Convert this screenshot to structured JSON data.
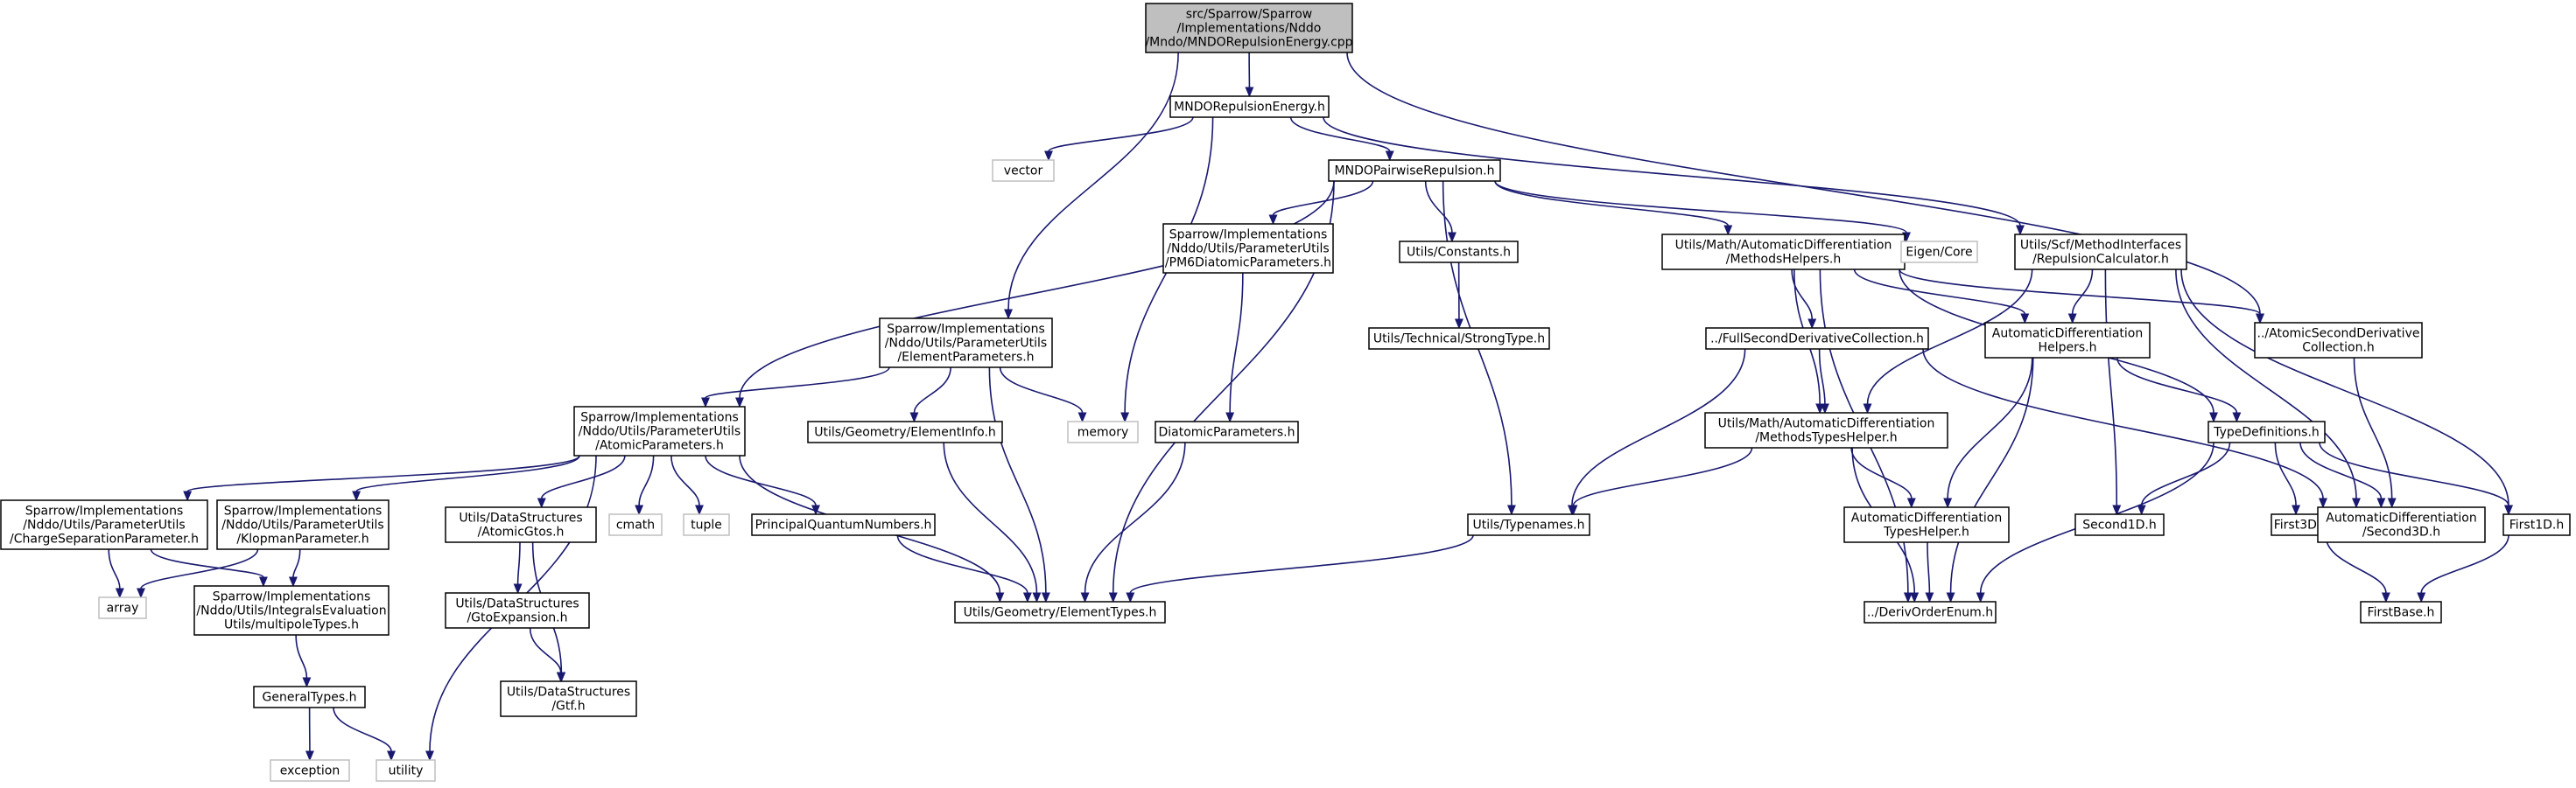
{
  "diagram": {
    "title": "",
    "colors": {
      "edge": "#191970",
      "root_fill": "#bfbfbf",
      "system_border": "#bfbfbf",
      "node_border": "#000000"
    },
    "nodes": [
      {
        "id": "root",
        "lines": [
          "src/Sparrow/Sparrow",
          "/Implementations/Nddo",
          "/Mndo/MNDORepulsionEnergy.cpp"
        ],
        "kind": "root"
      },
      {
        "id": "mndo_rep_h",
        "lines": [
          "MNDORepulsionEnergy.h"
        ],
        "kind": "file"
      },
      {
        "id": "vector",
        "lines": [
          "vector"
        ],
        "kind": "system"
      },
      {
        "id": "memory",
        "lines": [
          "memory"
        ],
        "kind": "system"
      },
      {
        "id": "pairwise",
        "lines": [
          "MNDOPairwiseRepulsion.h"
        ],
        "kind": "file"
      },
      {
        "id": "repcalc",
        "lines": [
          "Utils/Scf/MethodInterfaces",
          "/RepulsionCalculator.h"
        ],
        "kind": "file"
      },
      {
        "id": "pm6",
        "lines": [
          "Sparrow/Implementations",
          "/Nddo/Utils/ParameterUtils",
          "/PM6DiatomicParameters.h"
        ],
        "kind": "file"
      },
      {
        "id": "constants",
        "lines": [
          "Utils/Constants.h"
        ],
        "kind": "file"
      },
      {
        "id": "strongtype",
        "lines": [
          "Utils/Technical/StrongType.h"
        ],
        "kind": "file"
      },
      {
        "id": "methhelpers",
        "lines": [
          "Utils/Math/AutomaticDifferentiation",
          "/MethodsHelpers.h"
        ],
        "kind": "file"
      },
      {
        "id": "eigen",
        "lines": [
          "Eigen/Core"
        ],
        "kind": "system"
      },
      {
        "id": "elemparams",
        "lines": [
          "Sparrow/Implementations",
          "/Nddo/Utils/ParameterUtils",
          "/ElementParameters.h"
        ],
        "kind": "file"
      },
      {
        "id": "atomparams",
        "lines": [
          "Sparrow/Implementations",
          "/Nddo/Utils/ParameterUtils",
          "/AtomicParameters.h"
        ],
        "kind": "file"
      },
      {
        "id": "eleminfo",
        "lines": [
          "Utils/Geometry/ElementInfo.h"
        ],
        "kind": "file"
      },
      {
        "id": "diatomic",
        "lines": [
          "DiatomicParameters.h"
        ],
        "kind": "file"
      },
      {
        "id": "fullsecond",
        "lines": [
          "../FullSecondDerivativeCollection.h"
        ],
        "kind": "file"
      },
      {
        "id": "autodiffhelpers",
        "lines": [
          "AutomaticDifferentiation",
          "Helpers.h"
        ],
        "kind": "file"
      },
      {
        "id": "atomsecond",
        "lines": [
          "../AtomicSecondDerivative",
          "Collection.h"
        ],
        "kind": "file"
      },
      {
        "id": "methtypeshelper",
        "lines": [
          "Utils/Math/AutomaticDifferentiation",
          "/MethodsTypesHelper.h"
        ],
        "kind": "file"
      },
      {
        "id": "typedefs",
        "lines": [
          "TypeDefinitions.h"
        ],
        "kind": "file"
      },
      {
        "id": "chargesep",
        "lines": [
          "Sparrow/Implementations",
          "/Nddo/Utils/ParameterUtils",
          "/ChargeSeparationParameter.h"
        ],
        "kind": "file"
      },
      {
        "id": "klopman",
        "lines": [
          "Sparrow/Implementations",
          "/Nddo/Utils/ParameterUtils",
          "/KlopmanParameter.h"
        ],
        "kind": "file"
      },
      {
        "id": "atomicgtos",
        "lines": [
          "Utils/DataStructures",
          "/AtomicGtos.h"
        ],
        "kind": "file"
      },
      {
        "id": "cmath",
        "lines": [
          "cmath"
        ],
        "kind": "system"
      },
      {
        "id": "tuple",
        "lines": [
          "tuple"
        ],
        "kind": "system"
      },
      {
        "id": "pqn",
        "lines": [
          "PrincipalQuantumNumbers.h"
        ],
        "kind": "file"
      },
      {
        "id": "typenames",
        "lines": [
          "Utils/Typenames.h"
        ],
        "kind": "file"
      },
      {
        "id": "autodifftypes",
        "lines": [
          "AutomaticDifferentiation",
          "TypesHelper.h"
        ],
        "kind": "file"
      },
      {
        "id": "second1d",
        "lines": [
          "Second1D.h"
        ],
        "kind": "file"
      },
      {
        "id": "first3d",
        "lines": [
          "First3D.h"
        ],
        "kind": "file"
      },
      {
        "id": "second3d",
        "lines": [
          "AutomaticDifferentiation",
          "/Second3D.h"
        ],
        "kind": "file"
      },
      {
        "id": "first1d",
        "lines": [
          "First1D.h"
        ],
        "kind": "file"
      },
      {
        "id": "array",
        "lines": [
          "array"
        ],
        "kind": "system"
      },
      {
        "id": "multipole",
        "lines": [
          "Sparrow/Implementations",
          "/Nddo/Utils/IntegralsEvaluation",
          "Utils/multipoleTypes.h"
        ],
        "kind": "file"
      },
      {
        "id": "gtoexp",
        "lines": [
          "Utils/DataStructures",
          "/GtoExpansion.h"
        ],
        "kind": "file"
      },
      {
        "id": "elemtypes",
        "lines": [
          "Utils/Geometry/ElementTypes.h"
        ],
        "kind": "file"
      },
      {
        "id": "derivorder",
        "lines": [
          "../DerivOrderEnum.h"
        ],
        "kind": "file"
      },
      {
        "id": "firstbase",
        "lines": [
          "FirstBase.h"
        ],
        "kind": "file"
      },
      {
        "id": "generaltypes",
        "lines": [
          "GeneralTypes.h"
        ],
        "kind": "file"
      },
      {
        "id": "gtf",
        "lines": [
          "Utils/DataStructures",
          "/Gtf.h"
        ],
        "kind": "file"
      },
      {
        "id": "exception",
        "lines": [
          "exception"
        ],
        "kind": "system"
      },
      {
        "id": "utility",
        "lines": [
          "utility"
        ],
        "kind": "system"
      }
    ],
    "edges": [
      [
        "root",
        "mndo_rep_h"
      ],
      [
        "root",
        "elemparams"
      ],
      [
        "root",
        "atomsecond"
      ],
      [
        "mndo_rep_h",
        "vector"
      ],
      [
        "mndo_rep_h",
        "memory"
      ],
      [
        "mndo_rep_h",
        "pairwise"
      ],
      [
        "mndo_rep_h",
        "repcalc"
      ],
      [
        "pairwise",
        "atomparams"
      ],
      [
        "pairwise",
        "pm6"
      ],
      [
        "pairwise",
        "elemtypes"
      ],
      [
        "pairwise",
        "constants"
      ],
      [
        "pairwise",
        "typenames"
      ],
      [
        "pairwise",
        "methhelpers"
      ],
      [
        "pairwise",
        "eigen"
      ],
      [
        "repcalc",
        "autodiffhelpers"
      ],
      [
        "repcalc",
        "methtypeshelper"
      ],
      [
        "repcalc",
        "second1d"
      ],
      [
        "repcalc",
        "second3d"
      ],
      [
        "repcalc",
        "first1d"
      ],
      [
        "pm6",
        "diatomic"
      ],
      [
        "constants",
        "strongtype"
      ],
      [
        "diatomic",
        "elemtypes"
      ],
      [
        "elemparams",
        "atomparams"
      ],
      [
        "elemparams",
        "eleminfo"
      ],
      [
        "elemparams",
        "memory"
      ],
      [
        "elemparams",
        "elemtypes"
      ],
      [
        "eleminfo",
        "elemtypes"
      ],
      [
        "atomparams",
        "chargesep"
      ],
      [
        "atomparams",
        "klopman"
      ],
      [
        "atomparams",
        "atomicgtos"
      ],
      [
        "atomparams",
        "cmath"
      ],
      [
        "atomparams",
        "tuple"
      ],
      [
        "atomparams",
        "pqn"
      ],
      [
        "atomparams",
        "elemtypes"
      ],
      [
        "atomparams",
        "utility"
      ],
      [
        "pqn",
        "elemtypes"
      ],
      [
        "chargesep",
        "array"
      ],
      [
        "chargesep",
        "multipole"
      ],
      [
        "klopman",
        "array"
      ],
      [
        "klopman",
        "multipole"
      ],
      [
        "multipole",
        "generaltypes"
      ],
      [
        "generaltypes",
        "exception"
      ],
      [
        "generaltypes",
        "utility"
      ],
      [
        "atomicgtos",
        "gtoexp"
      ],
      [
        "atomicgtos",
        "gtf"
      ],
      [
        "gtoexp",
        "gtf"
      ],
      [
        "methhelpers",
        "fullsecond"
      ],
      [
        "methhelpers",
        "methtypeshelper"
      ],
      [
        "methhelpers",
        "autodiffhelpers"
      ],
      [
        "methhelpers",
        "atomsecond"
      ],
      [
        "methhelpers",
        "typedefs"
      ],
      [
        "methhelpers",
        "derivorder"
      ],
      [
        "fullsecond",
        "methtypeshelper"
      ],
      [
        "fullsecond",
        "typenames"
      ],
      [
        "fullsecond",
        "second3d"
      ],
      [
        "autodiffhelpers",
        "typedefs"
      ],
      [
        "autodiffhelpers",
        "autodifftypes"
      ],
      [
        "autodiffhelpers",
        "derivorder"
      ],
      [
        "atomsecond",
        "second3d"
      ],
      [
        "methtypeshelper",
        "typenames"
      ],
      [
        "methtypeshelper",
        "autodifftypes"
      ],
      [
        "methtypeshelper",
        "derivorder"
      ],
      [
        "typedefs",
        "second1d"
      ],
      [
        "typedefs",
        "first3d"
      ],
      [
        "typedefs",
        "second3d"
      ],
      [
        "typedefs",
        "first1d"
      ],
      [
        "typedefs",
        "derivorder"
      ],
      [
        "typenames",
        "elemtypes"
      ],
      [
        "autodifftypes",
        "derivorder"
      ],
      [
        "first3d",
        "firstbase"
      ],
      [
        "first1d",
        "firstbase"
      ]
    ]
  }
}
